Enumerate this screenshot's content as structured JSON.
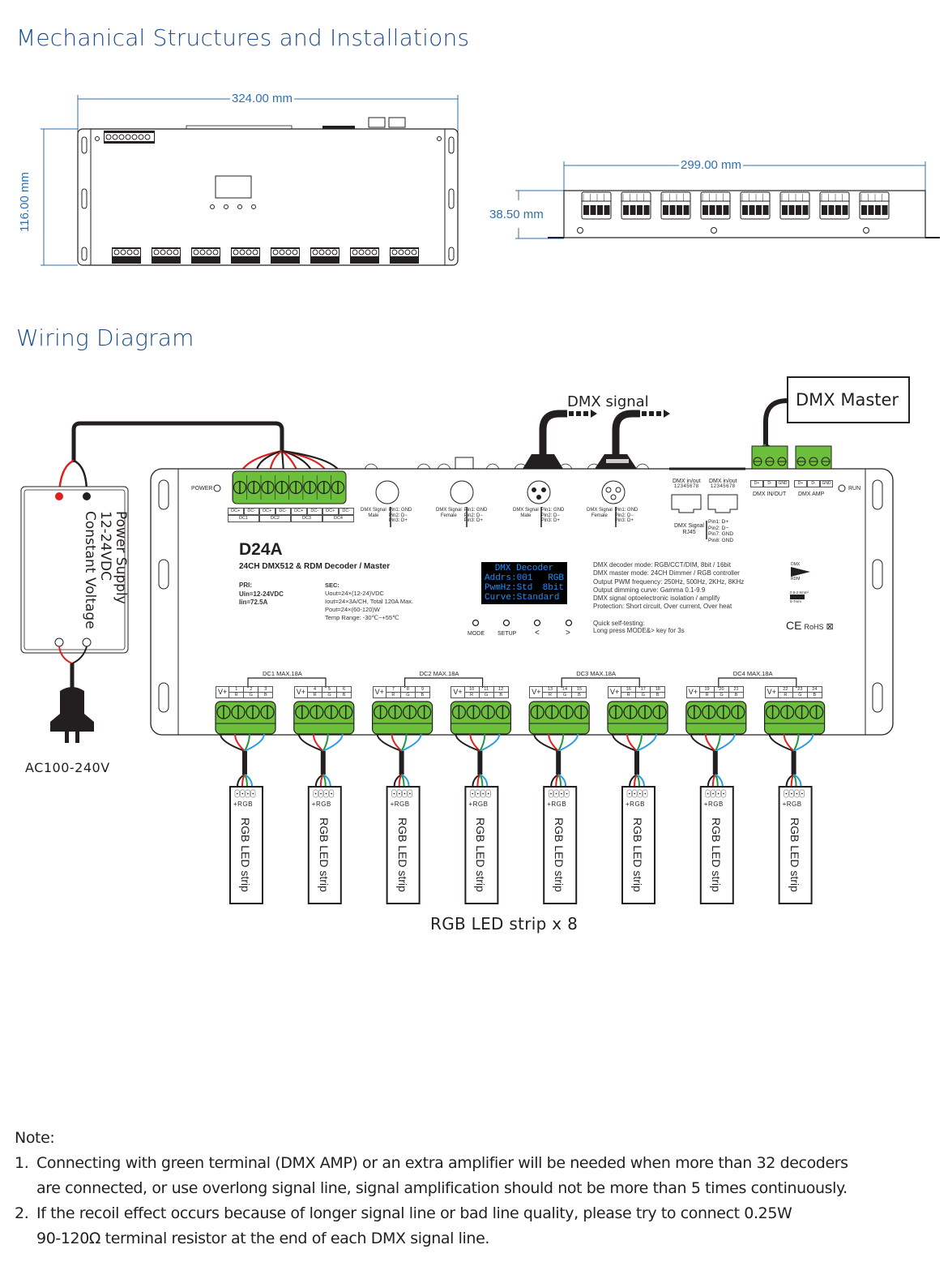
{
  "sections": {
    "mechanical_title": "Mechanical Structures and Installations",
    "wiring_title": "Wiring Diagram"
  },
  "dimensions": {
    "top_width": "324.00 mm",
    "top_height": "116.00 mm",
    "side_width": "299.00 mm",
    "side_height": "38.50 mm"
  },
  "power_supply": {
    "line1": "Power Supply",
    "line2": "12-24VDC",
    "line3": "Constant Voltage",
    "ac_label": "AC100-240V"
  },
  "dmx": {
    "signal_label": "DMX signal",
    "master_label": "DMX Master"
  },
  "device": {
    "power_label": "POWER",
    "run_label": "RUN",
    "model": "D24A",
    "subtitle": "24CH DMX512 & RDM Decoder  / Master",
    "dc_input_terminals": [
      "DC+",
      "DC-",
      "DC+",
      "DC-",
      "DC+",
      "DC-",
      "DC+",
      "DC-"
    ],
    "dc_groups": [
      "DC1",
      "DC2",
      "DC3",
      "DC4"
    ],
    "pri": {
      "title": "PRI:",
      "lines": [
        "Uin=12-24VDC",
        "Iin=72.5A"
      ]
    },
    "sec": {
      "title": "SEC:",
      "lines": [
        "Uout=24×(12-24)VDC",
        "Iout=24×3A/CH, Total 120A Max.",
        "Pout=24×(60-120)W",
        "Temp Range: -30℃~+55℃"
      ]
    },
    "connectors": [
      {
        "type": "5-pin",
        "label1": "DMX Signal",
        "label2": "Male",
        "pins": [
          "Pin1: GND",
          "Pin2: D−",
          "Pin3: D+"
        ]
      },
      {
        "type": "5-pin",
        "label1": "DMX Signal",
        "label2": "Female",
        "pins": [
          "Pin1: GND",
          "Pin2: D−",
          "Pin3: D+"
        ]
      },
      {
        "type": "3-pin",
        "label1": "DMX Signal",
        "label2": "Male",
        "pins": [
          "Pin1: GND",
          "Pin2: D−",
          "Pin3: D+"
        ]
      },
      {
        "type": "3-pin",
        "label1": "DMX Signal",
        "label2": "Female",
        "pins": [
          "Pin1: GND",
          "Pin2: D−",
          "Pin3: D+"
        ]
      }
    ],
    "rj45": {
      "port_label": "DMX in/out",
      "pin_numbers": "12345678",
      "signal_label1": "DMX Signal",
      "signal_label2": "RJ45",
      "pins": [
        "Pin1: D+",
        "Pin2: D−",
        "Pin7: GND",
        "Pin8: GND"
      ]
    },
    "dmx_inout": {
      "terminals": [
        "D+",
        "D-",
        "GND"
      ],
      "label": "DMX IN/OUT"
    },
    "dmx_amp": {
      "terminals": [
        "D+",
        "D-",
        "GND"
      ],
      "label": "DMX AMP"
    },
    "oled": {
      "line1": "DMX Decoder",
      "line2_left": "Addrs:001",
      "line2_right": "RGB",
      "line3_left": "PwmHz:Std",
      "line3_right": "8bit",
      "line4": "Curve:Standard"
    },
    "buttons": [
      "MODE",
      "SETUP",
      "<",
      ">"
    ],
    "features": [
      "DMX decoder mode: RGB/CCT/DIM, 8bit / 16bit",
      "DMX master mode: 24CH Dimmer / RGB controller",
      "Output PWM frequency: 250Hz, 500Hz, 2KHz, 8KHz",
      "Output dimming curve: Gamma 0.1-9.9",
      "DMX signal optoelectronic isolation / amplify",
      "Protection: Short circuit, Over current, Over heat"
    ],
    "self_test": [
      "Quick self-testing:",
      "Long press MODE&> key for 3s"
    ],
    "icons": {
      "dmx_rdm_top": "DMX",
      "dmx_rdm_bottom": "RDM",
      "wire_spec": "0.5-2.5mm²",
      "strip_len": "6-7mm",
      "rohs": "RoHS"
    },
    "output_groups": [
      {
        "label": "DC1  MAX.18A",
        "channels": [
          [
            "1",
            "2",
            "3"
          ],
          [
            "4",
            "5",
            "6"
          ]
        ]
      },
      {
        "label": "DC2  MAX.18A",
        "channels": [
          [
            "7",
            "8",
            "9"
          ],
          [
            "10",
            "11",
            "12"
          ]
        ]
      },
      {
        "label": "DC3  MAX.18A",
        "channels": [
          [
            "13",
            "14",
            "15"
          ],
          [
            "16",
            "17",
            "18"
          ]
        ]
      },
      {
        "label": "DC4  MAX.18A",
        "channels": [
          [
            "19",
            "20",
            "21"
          ],
          [
            "22",
            "23",
            "24"
          ]
        ]
      }
    ],
    "vplus": "V+",
    "rgb_sub": [
      "R",
      "G",
      "B"
    ]
  },
  "led_strips": {
    "pin_label": "+RGB",
    "strip_label": "RGB LED strip",
    "count": 8,
    "caption": "RGB LED strip x 8"
  },
  "notes": {
    "title": "Note:",
    "items": [
      {
        "num": "1.",
        "line1": "Connecting with green terminal (DMX  AMP)  or an extra amplifier will be needed when more than 32 decoders",
        "line2": "are connected, or use overlong signal line, signal amplification should not be more than 5 times continuously."
      },
      {
        "num": "2.",
        "line1": "If the recoil effect occurs because of longer signal line or bad line quality, please try to connect 0.25W",
        "line2": "90-120Ω terminal resistor at the end of each DMX signal line."
      }
    ]
  },
  "colors": {
    "heading": "#1a4d8f",
    "dimension": "#2f6fb0",
    "terminal_green": "#6cbf3a",
    "wire_red": "#e0201c",
    "wire_green": "#1a9a3a",
    "wire_blue": "#2a9de0",
    "oled_text": "#1e90ff"
  }
}
